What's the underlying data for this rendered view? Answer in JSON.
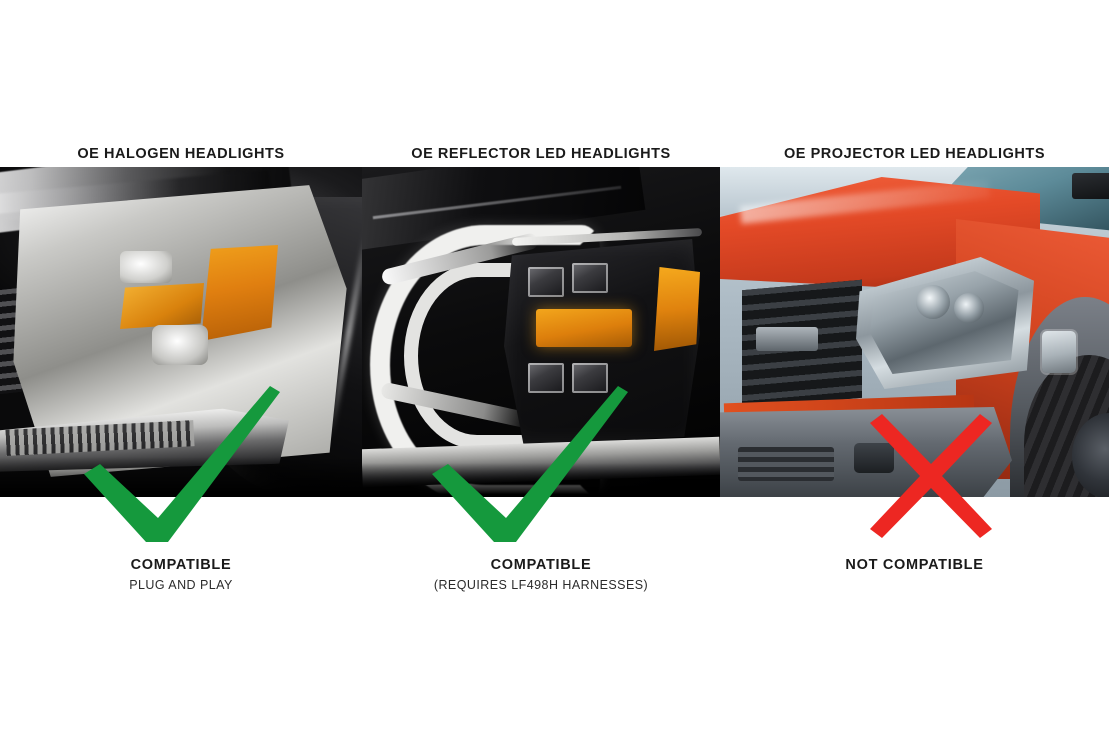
{
  "graphic": {
    "title_role": "headlight-compatibility-chart",
    "colors": {
      "check_green": "#15993D",
      "cross_red": "#ED2722",
      "text_dark": "#1a1a1a",
      "background": "#ffffff"
    }
  },
  "columns": [
    {
      "id": "oe-halogen",
      "header": "OE HALOGEN HEADLIGHTS",
      "photo_alt": "Black Ford F-150 front corner with OE halogen headlight and amber reflector",
      "verdict_icon": "check-icon",
      "verdict_label": "COMPATIBLE",
      "verdict_note": "PLUG AND PLAY"
    },
    {
      "id": "oe-reflector-led",
      "header": "OE REFLECTOR LED HEADLIGHTS",
      "photo_alt": "Black and chrome Ford F-150 OE reflector LED headlight close up",
      "verdict_icon": "check-icon",
      "verdict_label": "COMPATIBLE",
      "verdict_note": "(REQUIRES LF498H HARNESSES)"
    },
    {
      "id": "oe-projector-led",
      "header": "OE PROJECTOR LED HEADLIGHTS",
      "photo_alt": "Red Ford F-150 Raptor front corner with OE projector LED headlight",
      "verdict_icon": "cross-icon",
      "verdict_label": "NOT COMPATIBLE",
      "verdict_note": ""
    }
  ]
}
